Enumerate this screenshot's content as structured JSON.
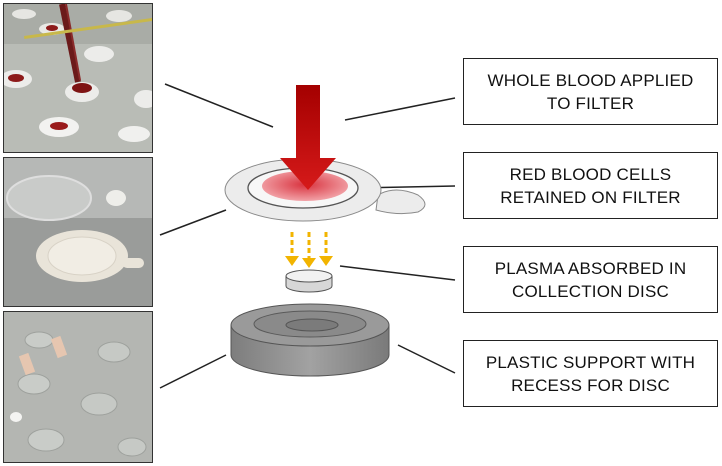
{
  "callouts": [
    {
      "line1": "WHOLE BLOOD APPLIED",
      "line2": "TO FILTER"
    },
    {
      "line1": "RED BLOOD CELLS",
      "line2": "RETAINED ON FILTER"
    },
    {
      "line1": "PLASMA ABSORBED IN",
      "line2": "COLLECTION DISC"
    },
    {
      "line1": "PLASTIC SUPPORT WITH",
      "line2": "RECESS FOR DISC"
    }
  ],
  "colors": {
    "arrow": "#c00000",
    "blood_spot": "#e8707a",
    "plasma_arrows": "#f2b400",
    "filter": "#ececec",
    "support": "#8f8f8f"
  }
}
